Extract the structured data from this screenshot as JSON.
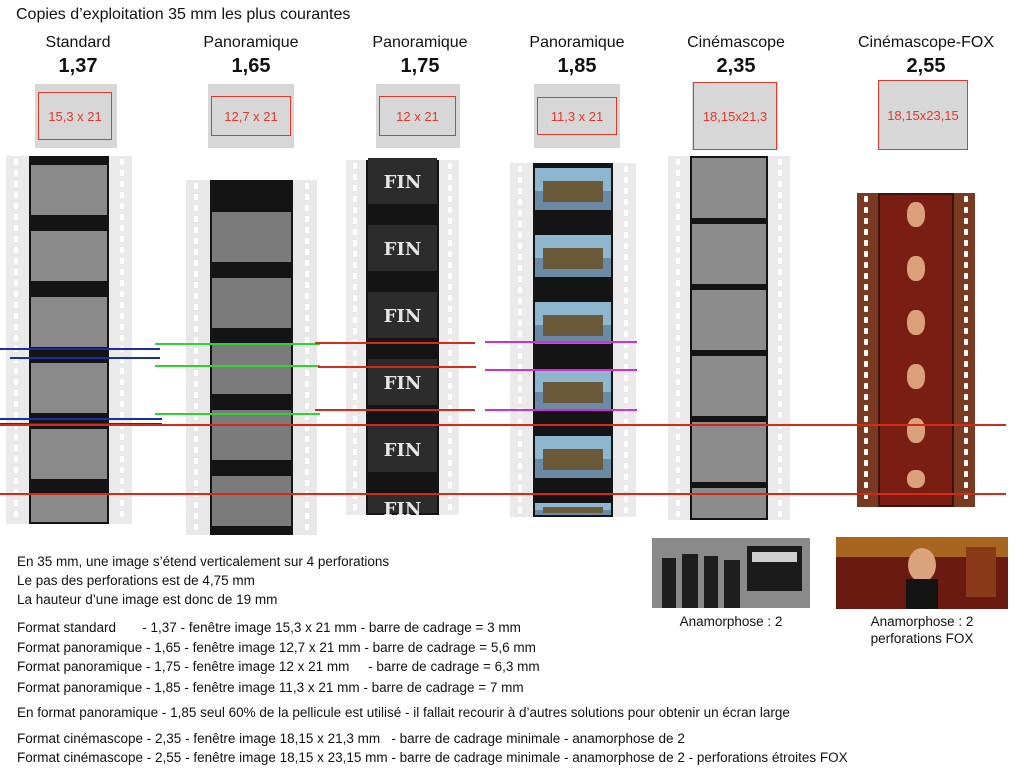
{
  "title": "Copies d’exploitation 35 mm les plus courantes",
  "formats": [
    {
      "name": "Standard",
      "ratio": "1,37",
      "window": "15,3 x 21"
    },
    {
      "name": "Panoramique",
      "ratio": "1,65",
      "window": "12,7 x 21"
    },
    {
      "name": "Panoramique",
      "ratio": "1,75",
      "window": "12 x 21"
    },
    {
      "name": "Panoramique",
      "ratio": "1,85",
      "window": "11,3 x 21"
    },
    {
      "name": "Cinémascope",
      "ratio": "2,35",
      "window": "18,15x21,3"
    },
    {
      "name": "Cinémascope-FOX",
      "ratio": "2,55",
      "window": "18,15x23,15"
    }
  ],
  "frame_text": "FIN",
  "intro_lines": [
    "En 35 mm, une image s’étend verticalement sur 4 perforations",
    "Le pas des perforations est de 4,75 mm",
    "La hauteur d’une image est donc de 19 mm"
  ],
  "format_lines": [
    "Format standard       - 1,37 - fenêtre image 15,3 x 21 mm - barre de cadrage = 3 mm",
    "Format panoramique - 1,65 - fenêtre image 12,7 x 21 mm - barre de cadrage = 5,6 mm",
    "Format panoramique - 1,75 - fenêtre image 12 x 21 mm     - barre de cadrage = 6,3 mm",
    "Format panoramique - 1,85 - fenêtre image 11,3 x 21 mm - barre de cadrage = 7 mm"
  ],
  "note_line": "En format panoramique - 1,85 seul 60% de la pellicule est utilisé - il fallait recourir à d’autres solutions pour obtenir un écran large",
  "scope_lines": [
    "Format cinémascope - 2,35 - fenêtre image 18,15 x 21,3 mm   - barre de cadrage minimale - anamorphose de 2",
    "Format cinémascope - 2,55 - fenêtre image 18,15 x 23,15 mm - barre de cadrage minimale - anamorphose de 2 - perforations étroites FOX"
  ],
  "captions": {
    "anamorphose_1": "Anamorphose : 2",
    "anamorphose_2_line1": "Anamorphose : 2",
    "anamorphose_2_line2": "perforations FOX"
  },
  "colors": {
    "window_border": "#e23a2a",
    "line_blue": "#1a2ea8",
    "line_green": "#32d232",
    "line_red": "#d52a1a",
    "line_magenta": "#d030d0",
    "fox_strip": "#7a3a22"
  }
}
